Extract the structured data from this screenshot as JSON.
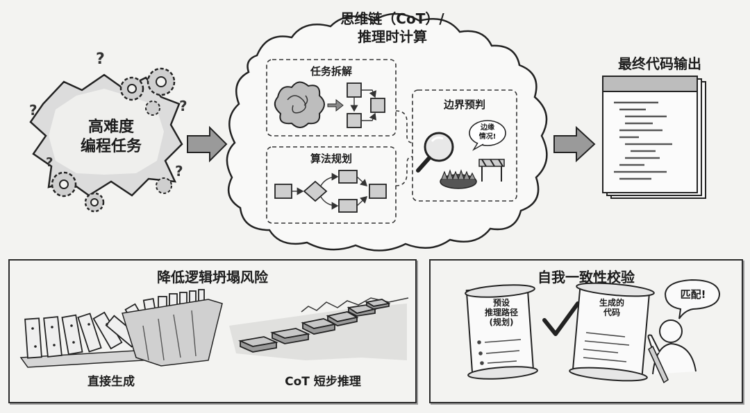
{
  "top": {
    "task_label_line1": "高难度",
    "task_label_line2": "编程任务",
    "cot_title_line1": "思维链（CoT）/",
    "cot_title_line2": "推理时计算",
    "decompose_label": "任务拆解",
    "boundary_label": "边界预判",
    "boundary_bubble_line1": "边缘",
    "boundary_bubble_line2": "情况!",
    "planning_label": "算法规划",
    "output_title": "最终代码输出"
  },
  "bottom_left": {
    "title": "降低逻辑坍塌风险",
    "left_caption": "直接生成",
    "right_caption": "CoT 短步推理"
  },
  "bottom_right": {
    "title": "自我一致性校验",
    "scroll_left_line1": "预设",
    "scroll_left_line2": "推理路径",
    "scroll_left_line3": "(规划)",
    "scroll_right_line1": "生成的",
    "scroll_right_line2": "代码",
    "speech_bubble": "匹配!"
  }
}
